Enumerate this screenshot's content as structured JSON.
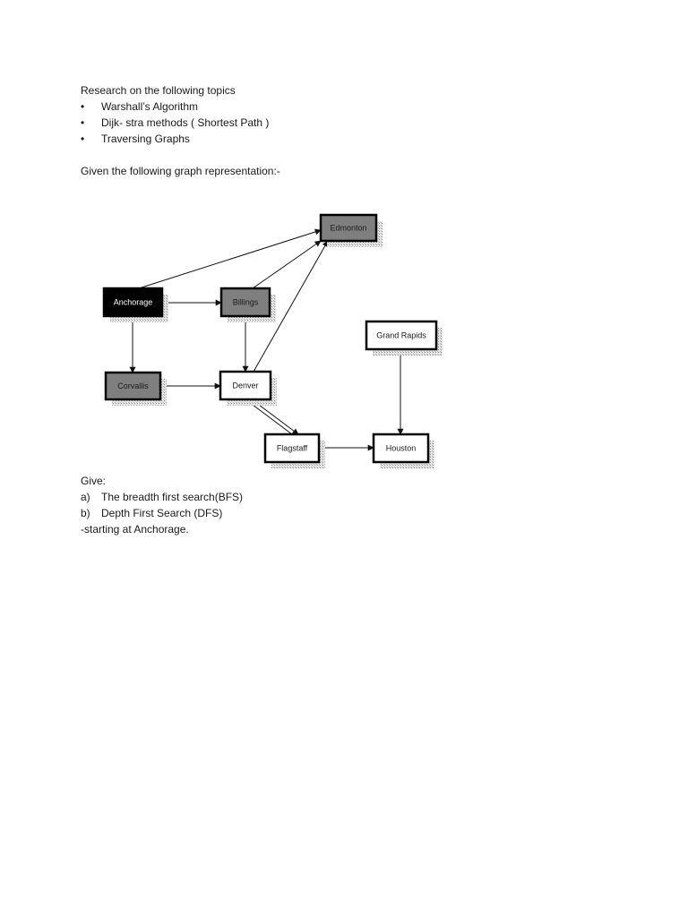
{
  "intro": {
    "heading": "Research on the following topics",
    "topics": [
      {
        "marker": "•",
        "text": "Warshall’s  Algorithm"
      },
      {
        "marker": "•",
        "text": "Dijk- stra methods ( Shortest Path )"
      },
      {
        "marker": "•",
        "text": "Traversing Graphs"
      }
    ],
    "given": "Given the following graph representation:-"
  },
  "graph": {
    "nodes": [
      {
        "id": "edmonton",
        "label": "Edmonton",
        "fill": "#7f7f7f",
        "text_color": "#1a1a1a"
      },
      {
        "id": "anchorage",
        "label": "Anchorage",
        "fill": "#000000",
        "text_color": "#ffffff"
      },
      {
        "id": "billings",
        "label": "Billings",
        "fill": "#7f7f7f",
        "text_color": "#1a1a1a"
      },
      {
        "id": "grand-rapids",
        "label": "Grand Rapids",
        "fill": "#ffffff",
        "text_color": "#1a1a1a"
      },
      {
        "id": "corvallis",
        "label": "Corvallis",
        "fill": "#7f7f7f",
        "text_color": "#1a1a1a"
      },
      {
        "id": "denver",
        "label": "Denver",
        "fill": "#ffffff",
        "text_color": "#1a1a1a"
      },
      {
        "id": "flagstaff",
        "label": "Flagstaff",
        "fill": "#ffffff",
        "text_color": "#1a1a1a"
      },
      {
        "id": "houston",
        "label": "Houston",
        "fill": "#ffffff",
        "text_color": "#1a1a1a"
      }
    ],
    "edges": [
      {
        "from": "anchorage",
        "to": "edmonton"
      },
      {
        "from": "anchorage",
        "to": "billings"
      },
      {
        "from": "anchorage",
        "to": "corvallis"
      },
      {
        "from": "billings",
        "to": "edmonton"
      },
      {
        "from": "billings",
        "to": "denver"
      },
      {
        "from": "denver",
        "to": "edmonton"
      },
      {
        "from": "corvallis",
        "to": "denver"
      },
      {
        "from": "denver",
        "to": "flagstaff"
      },
      {
        "from": "flagstaff",
        "to": "denver"
      },
      {
        "from": "flagstaff",
        "to": "houston"
      },
      {
        "from": "grand-rapids",
        "to": "houston"
      }
    ]
  },
  "questions": {
    "give": "Give:",
    "items": [
      {
        "marker": "a)",
        "text": "The breadth first search(BFS)"
      },
      {
        "marker": "b)",
        "text": "Depth First Search (DFS)"
      }
    ],
    "starting": "-starting at Anchorage."
  }
}
